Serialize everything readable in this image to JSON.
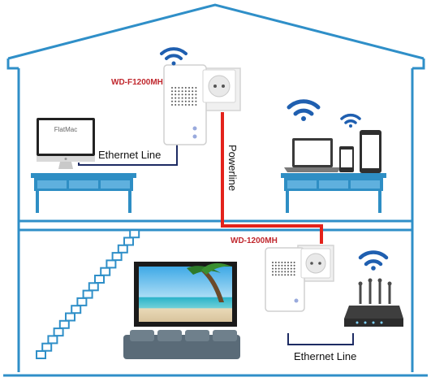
{
  "labels": {
    "upper_adapter": "WD-F1200MH",
    "lower_adapter": "WD-1200MH",
    "upper_ethernet": "Ethernet Line",
    "lower_ethernet": "Ethernet Line",
    "powerline": "Powerline",
    "imac_screen": "FlatMac"
  },
  "colors": {
    "house_outline": "#2f8fc8",
    "powerline_cable": "#e3221b",
    "ethernet_cable": "#1d2b63",
    "wifi": "#1f5fb0",
    "adapter_label": "#c0272d",
    "desk": "#2e8ec4"
  },
  "icons": [
    "wifi-icon",
    "power-socket-icon",
    "imac-icon",
    "laptop-icon",
    "phone-icon",
    "tablet-icon",
    "tv-icon",
    "router-icon",
    "sofa-icon",
    "staircase-icon"
  ]
}
